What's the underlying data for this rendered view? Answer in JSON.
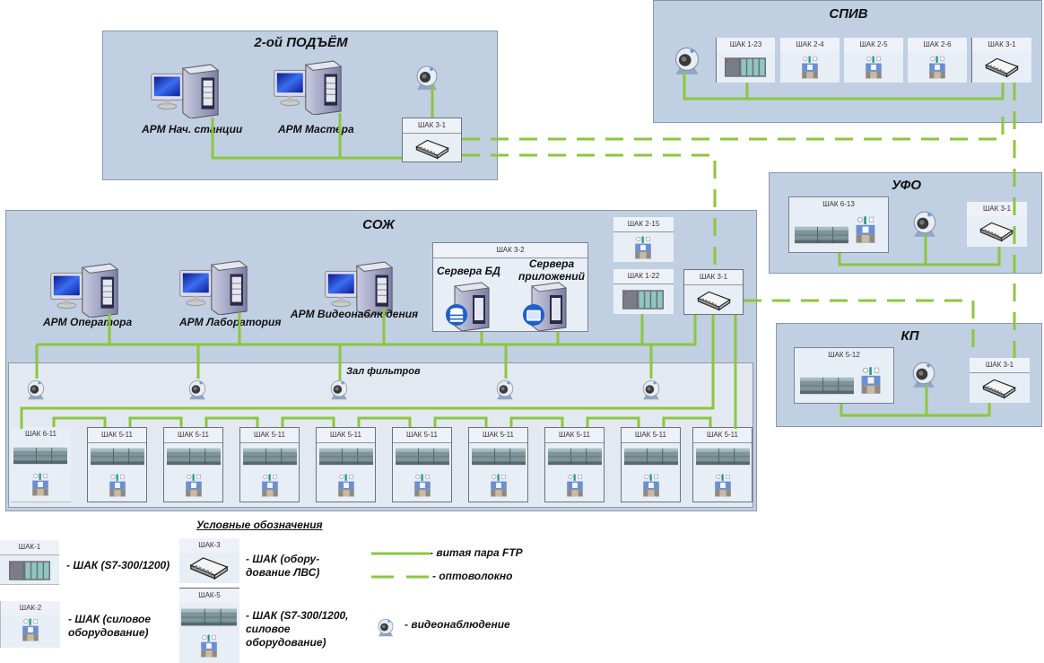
{
  "colors": {
    "zone_bg": "#c0cfe1",
    "subzone_bg": "#e3e9f1",
    "link_green": "#8cc63f"
  },
  "zones": {
    "podem": {
      "title": "2-ой ПОДЪЁМ",
      "workstations": [
        "АРМ Нач. станции",
        "АРМ Мастера"
      ],
      "switch_cabinet": "ШАК 3-1"
    },
    "spiv": {
      "title": "СПИВ",
      "cabinets": [
        "ШАК 1-23",
        "ШАК 2-4",
        "ШАК 2-5",
        "ШАК 2-6",
        "ШАК 3-1"
      ]
    },
    "ufo": {
      "title": "УФО",
      "cabinets": [
        "ШАК 6-13",
        "ШАК 3-1"
      ]
    },
    "kp": {
      "title": "КП",
      "cabinets": [
        "ШАК 5-12",
        "ШАК 3-1"
      ]
    },
    "sozh": {
      "title": "СОЖ",
      "workstations": [
        "АРМ Оператора",
        "АРМ Лаборатория",
        "АРМ Видеонаблюдения"
      ],
      "server_cabinet": {
        "label": "ШАК 3-2",
        "servers": [
          "Сервера БД",
          "Сервера приложений"
        ]
      },
      "cabinets": [
        "ШАК 2-15",
        "ШАК 1-22",
        "ШАК 3-1"
      ],
      "filter_hall": {
        "title": "Зал фильтров",
        "cabinets": [
          "ШАК 6-11",
          "ШАК 5-11",
          "ШАК 5-11",
          "ШАК 5-11",
          "ШАК 5-11",
          "ШАК 5-11",
          "ШАК 5-11",
          "ШАК 5-11",
          "ШАК 5-11",
          "ШАК 5-11"
        ]
      }
    }
  },
  "legend": {
    "title": "Условные обозначения",
    "items": [
      {
        "cabinet": "ШАК-1",
        "text": "- ШАК (S7-300/1200)"
      },
      {
        "cabinet": "ШАК-2",
        "text": "- ШАК (силовое оборудование)"
      },
      {
        "cabinet": "ШАК-3",
        "text": "- ШАК (обору-дование ЛВС)"
      },
      {
        "cabinet": "ШАК-5",
        "text": "- ШАК (S7-300/1200, силовое оборудование)"
      }
    ],
    "lines": [
      {
        "style": "solid",
        "text": "- витая пара FTP"
      },
      {
        "style": "dashed",
        "text": "- оптоволокно"
      }
    ],
    "camera_text": "- видеонаблюдение"
  }
}
